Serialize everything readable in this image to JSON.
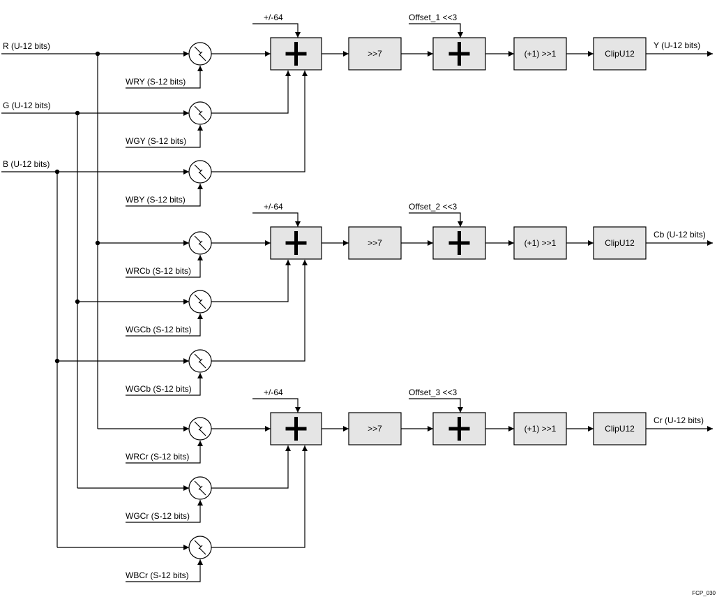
{
  "inputs": {
    "r": "R (U-12 bits)",
    "g": "G (U-12 bits)",
    "b": "B (U-12 bits)"
  },
  "channels": [
    {
      "weights": [
        "WRY (S-12 bits)",
        "WGY (S-12 bits)",
        "WBY (S-12 bits)"
      ],
      "bias": "+/-64",
      "shift": ">>7",
      "offset": "Offset_1 <<3",
      "round": "(+1) >>1",
      "clip": "ClipU12",
      "output": "Y (U-12 bits)"
    },
    {
      "weights": [
        "WRCb (S-12 bits)",
        "WGCb (S-12 bits)",
        "WGCb (S-12 bits)"
      ],
      "bias": "+/-64",
      "shift": ">>7",
      "offset": "Offset_2 <<3",
      "round": "(+1) >>1",
      "clip": "ClipU12",
      "output": "Cb (U-12 bits)"
    },
    {
      "weights": [
        "WRCr (S-12 bits)",
        "WGCr (S-12 bits)",
        "WBCr (S-12 bits)"
      ],
      "bias": "+/-64",
      "shift": ">>7",
      "offset": "Offset_3 <<3",
      "round": "(+1) >>1",
      "clip": "ClipU12",
      "output": "Cr (U-12 bits)"
    }
  ],
  "figure_id": "FCP_030",
  "colors": {
    "block_fill": "#e5e5e5",
    "line": "#000000"
  }
}
